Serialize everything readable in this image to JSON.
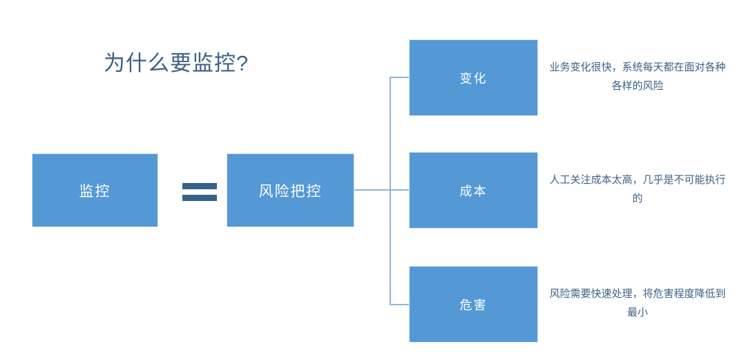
{
  "slide": {
    "title": "为什么要监控?",
    "background_color": "#ffffff",
    "accent_color": "#5499d6",
    "text_color": "#3d6085",
    "line_color": "#90b4d8",
    "equals_color": "#35618c"
  },
  "equation": {
    "left_box_label": "监控",
    "operator": "=",
    "right_box_label": "风险把控"
  },
  "branches": [
    {
      "box_label": "变化",
      "description": "业务变化很快，系统每天都在面对各种各样的风险"
    },
    {
      "box_label": "成本",
      "description": "人工关注成本太高，几乎是不可能执行的"
    },
    {
      "box_label": "危害",
      "description": "风险需要快速处理，将危害程度降低到最小"
    }
  ]
}
